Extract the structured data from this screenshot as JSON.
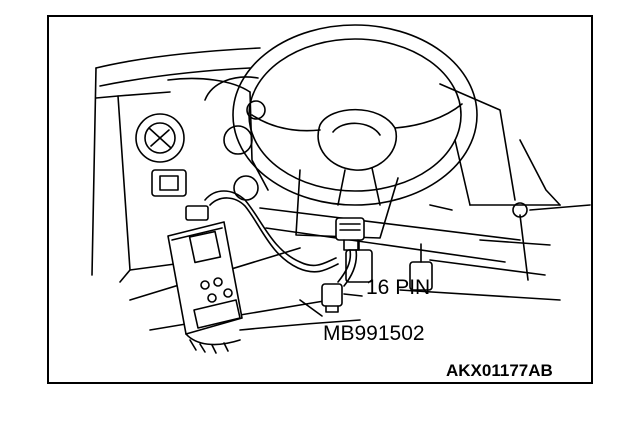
{
  "labels": {
    "connector": "16 PIN",
    "adapter": "MB991502",
    "figure_id": "AKX01177AB"
  }
}
